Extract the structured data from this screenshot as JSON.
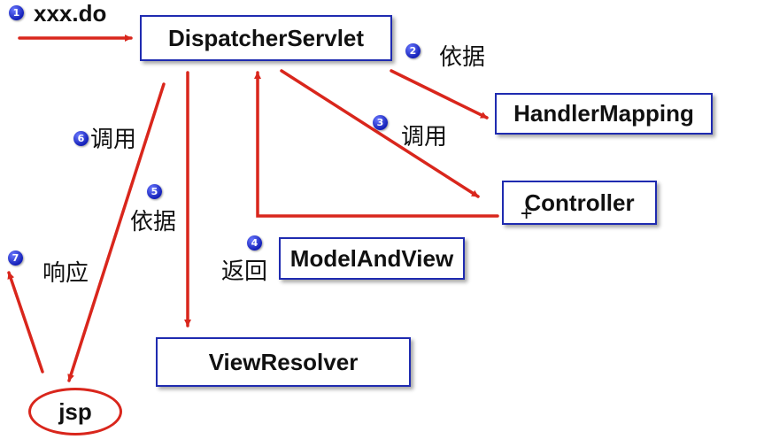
{
  "request": {
    "step": "1",
    "text": "xxx.do"
  },
  "nodes": {
    "dispatcher": "DispatcherServlet",
    "handler_mapping": "HandlerMapping",
    "controller": "Controller",
    "model_and_view": "ModelAndView",
    "view_resolver": "ViewResolver",
    "jsp": "jsp"
  },
  "edges": {
    "e2": {
      "step": "2",
      "label": "依据"
    },
    "e3": {
      "step": "3",
      "label": "调用"
    },
    "e4": {
      "step": "4",
      "label": "返回"
    },
    "e5": {
      "step": "5",
      "label": "依据"
    },
    "e6": {
      "step": "6",
      "label": "调用"
    },
    "e7": {
      "step": "7",
      "label": "响应"
    }
  },
  "colors": {
    "arrow": "#d9261c",
    "box_border": "#1f2bb0",
    "step_badge": "#1420b8"
  }
}
